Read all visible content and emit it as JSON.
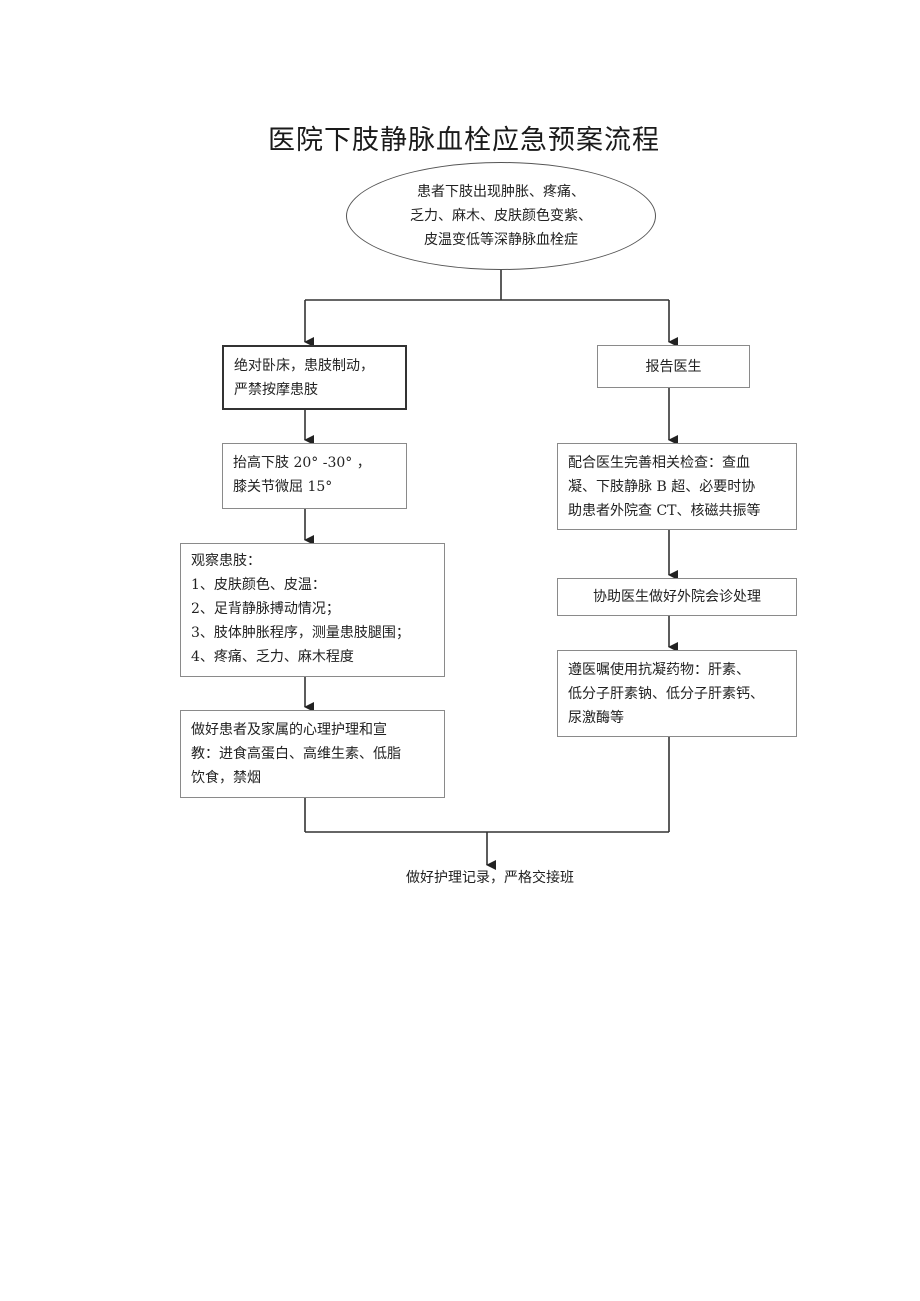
{
  "title": "医院下肢静脉血栓应急预案流程",
  "start": {
    "lines": [
      "患者下肢出现肿胀、疼痛、",
      "乏力、麻木、皮肤颜色变紫、",
      "皮温变低等深静脉血栓症"
    ]
  },
  "left": [
    {
      "lines": [
        "绝对卧床，患肢制动，",
        "严禁按摩患肢"
      ]
    },
    {
      "lines": [
        "抬高下肢 20° -30° ，",
        "膝关节微屈 15°"
      ]
    },
    {
      "lines": [
        "观察患肢：",
        "1、皮肤颜色、皮温：",
        "2、足背静脉搏动情况；",
        "3、肢体肿胀程序，测量患肢腿围；",
        "4、疼痛、乏力、麻木程度"
      ]
    },
    {
      "lines": [
        "做好患者及家属的心理护理和宣",
        "教：进食高蛋白、高维生素、低脂",
        "饮食，禁烟"
      ]
    }
  ],
  "right": [
    {
      "lines": [
        "报告医生"
      ]
    },
    {
      "lines": [
        "配合医生完善相关检查：查血",
        "凝、下肢静脉 B 超、必要时协",
        "助患者外院查 CT、核磁共振等"
      ]
    },
    {
      "lines": [
        "协助医生做好外院会诊处理"
      ]
    },
    {
      "lines": [
        "遵医嘱使用抗凝药物：肝素、",
        "低分子肝素钠、低分子肝素钙、",
        "尿激酶等"
      ]
    }
  ],
  "end": {
    "text": "做好护理记录，严格交接班"
  }
}
